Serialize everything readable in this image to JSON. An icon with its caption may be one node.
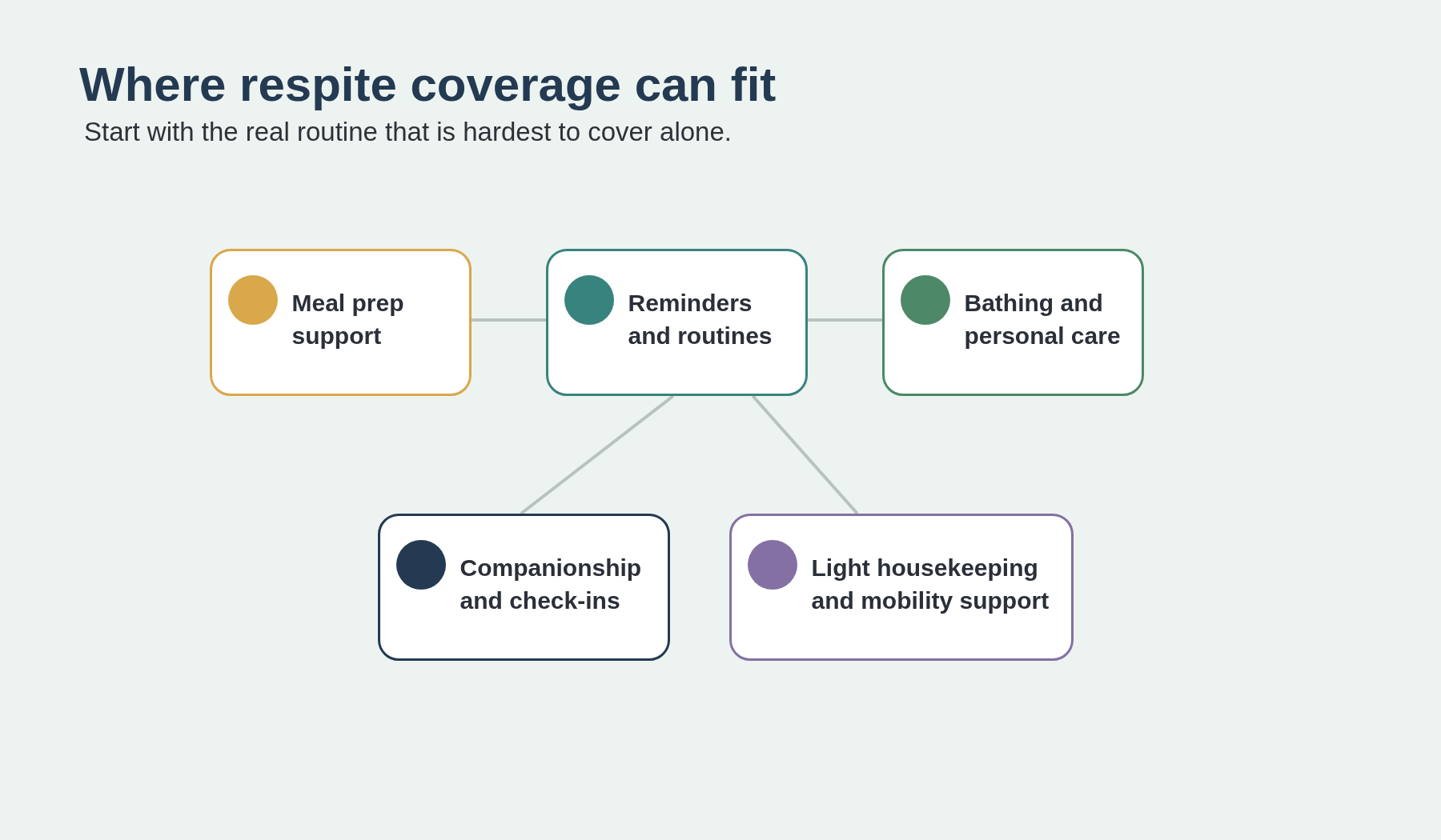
{
  "diagram": {
    "title": "Where respite coverage can fit",
    "nodes": [
      {
        "text": [
          "Meal prep support"
        ]
      },
      {
        "text": [
          "Reminders and routines"
        ]
      },
      {
        "text": [
          "Bathing and personal care"
        ]
      },
      {
        "text": [
          "Companionship and check-ins"
        ]
      },
      {
        "text": [
          "Light housekeeping and mobility support"
        ]
      }
    ],
    "edges": [
      {
        "from": 0,
        "to": 1,
        "arrow": "none"
      },
      {
        "from": 1,
        "to": 2,
        "arrow": "none"
      },
      {
        "from": 1,
        "to": 3,
        "arrow": "none"
      },
      {
        "from": 1,
        "to": 4,
        "arrow": "none"
      }
    ],
    "labels": [
      "Start with the real routine that is hardest to cover alone."
    ]
  }
}
